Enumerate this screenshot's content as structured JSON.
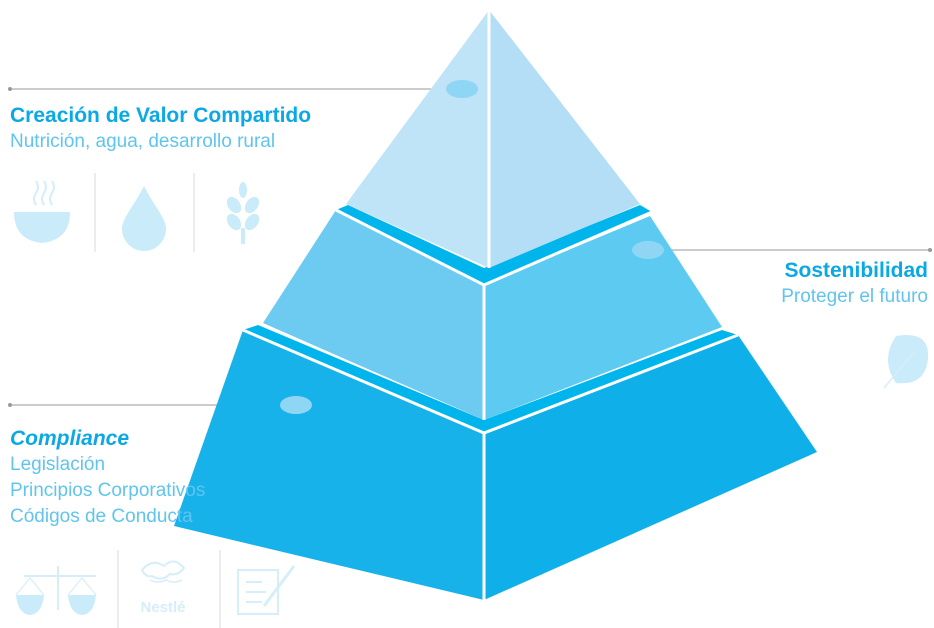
{
  "colors": {
    "accent_text": "#0aa9e6",
    "body_text": "#5fc5ee",
    "icon_fill": "#c9ebfa",
    "icon_stroke": "#d6eef9",
    "top_left": "#bfe3f7",
    "top_right": "#b3def5",
    "mid_left": "#6dcaf0",
    "mid_right": "#5ccaf1",
    "bottom_left": "#17b2ea",
    "bottom_right": "#0fb0ea",
    "band": "#00b5ec",
    "marker": "#8fd6f4",
    "leader_line": "#9a9a9a"
  },
  "levels": [
    {
      "title": "Creación de Valor Compartido",
      "lines": [
        "Nutrición, agua, desarrollo rural"
      ],
      "icons": [
        "soup-bowl-icon",
        "water-drop-icon",
        "wheat-icon"
      ]
    },
    {
      "title": "Sostenibilidad",
      "lines": [
        "Proteger el futuro"
      ],
      "icons": [
        "leaf-icon"
      ]
    },
    {
      "title": "Compliance",
      "lines": [
        "Legislación",
        "Principios Corporativos",
        "Códigos de Conducta"
      ],
      "icons": [
        "scales-icon",
        "nestle-logo",
        "checklist-icon"
      ],
      "logo_text": "Nestlé"
    }
  ]
}
